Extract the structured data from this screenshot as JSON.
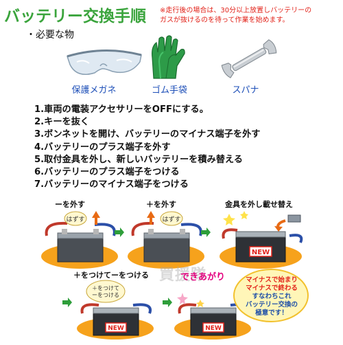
{
  "header": {
    "title": "バッテリー交換手順",
    "note_line1": "※走行後の場合は、30分以上放置しバッテリーの",
    "note_line2": "ガスが抜けるのを待って作業を始めます。"
  },
  "required": {
    "heading": "・必要な物",
    "items": [
      {
        "label": "保護メガネ",
        "icon": "safety-glasses-icon"
      },
      {
        "label": "ゴム手袋",
        "icon": "rubber-gloves-icon"
      },
      {
        "label": "スパナ",
        "icon": "wrench-icon"
      }
    ]
  },
  "steps": [
    "1.車両の電装アクセサリーをOFFにする。",
    "2.キーを抜く",
    "3.ボンネットを開け、バッテリーのマイナス端子を外す",
    "4.バッテリーのプラス端子を外す",
    "5.取付金具を外し、新しいバッテリーを積み替える",
    "6.バッテリーのプラス端子をつける",
    "7.バッテリーのマイナス端子をつける"
  ],
  "illustrations": {
    "step_remove_minus": {
      "caption": "ーを外す",
      "bubble": "はずす"
    },
    "step_remove_plus": {
      "caption": "＋を外す",
      "bubble": "はずす"
    },
    "step_swap": {
      "caption": "金具を外し載せ替え",
      "battery_label": "NEW"
    },
    "step_attach": {
      "caption": "＋をつけてーをつける",
      "bubble_line1": "＋をつけて",
      "bubble_line2": "ーをつける",
      "battery_label": "NEW"
    },
    "step_done": {
      "caption": "できあがり",
      "battery_label": "NEW"
    },
    "watermark": "買援隊",
    "badge": {
      "line1": "マイナスで始まり",
      "line2": "マイナスで終わる",
      "line3": "すなわちこれ",
      "line4": "バッテリー交換の",
      "line5": "極意です！"
    }
  },
  "colors": {
    "title_green": "#3aa43c",
    "note_red": "#e2231a",
    "label_blue": "#1d4fb8",
    "done_pink": "#e4007f",
    "step_arrow_green": "#2e9e3a"
  }
}
